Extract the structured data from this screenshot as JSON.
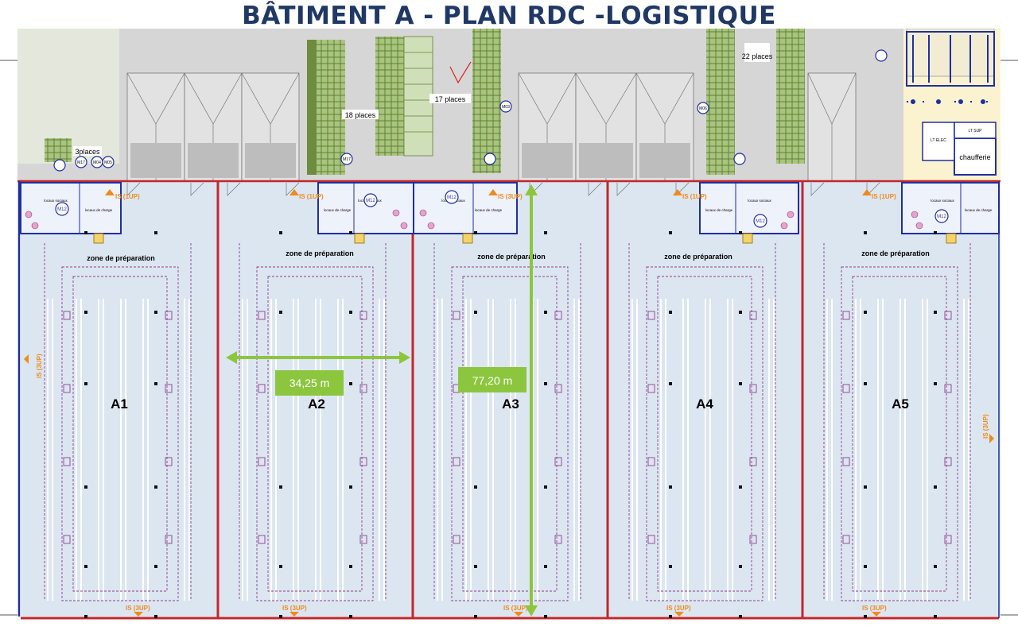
{
  "title": "BÂTIMENT A - PLAN RDC -LOGISTIQUE",
  "colors": {
    "floor": "#dce6f1",
    "outdoor": "#d3d3d3",
    "wall_red": "#c0282d",
    "wall_blue": "#1f2fa0",
    "dimension_green": "#8cc63f",
    "label_green": "#8cc63f",
    "parking_green": "#8fb35c",
    "circulation_purple": "#8e3f8e",
    "exit_orange": "#f08a1c"
  },
  "cells": [
    {
      "id": "A1",
      "prep_label": "zone de préparation"
    },
    {
      "id": "A2",
      "prep_label": "zone de préparation"
    },
    {
      "id": "A3",
      "prep_label": "zone de préparation"
    },
    {
      "id": "A4",
      "prep_label": "zone de préparation"
    },
    {
      "id": "A5",
      "prep_label": "zone de préparation"
    }
  ],
  "dimensions": {
    "width": "34,25 m",
    "depth": "77,20 m"
  },
  "parking": {
    "p3": "3places",
    "p18": "18 places",
    "p17": "17 places",
    "p22": "22 places"
  },
  "exits": {
    "is_1up": "IS (1UP)",
    "is_3up": "IS (3UP)"
  },
  "rooms": {
    "boiler": "chaufferie",
    "charging": "locaux de charge",
    "social": "locaux sociaux",
    "elec": "LT ELEC",
    "sprinkler": "LT SUP"
  },
  "markers": {
    "m12": "M12",
    "m17": "M17",
    "m03": "M03",
    "m04": "M04",
    "m05": "M05",
    "m06": "M06"
  }
}
